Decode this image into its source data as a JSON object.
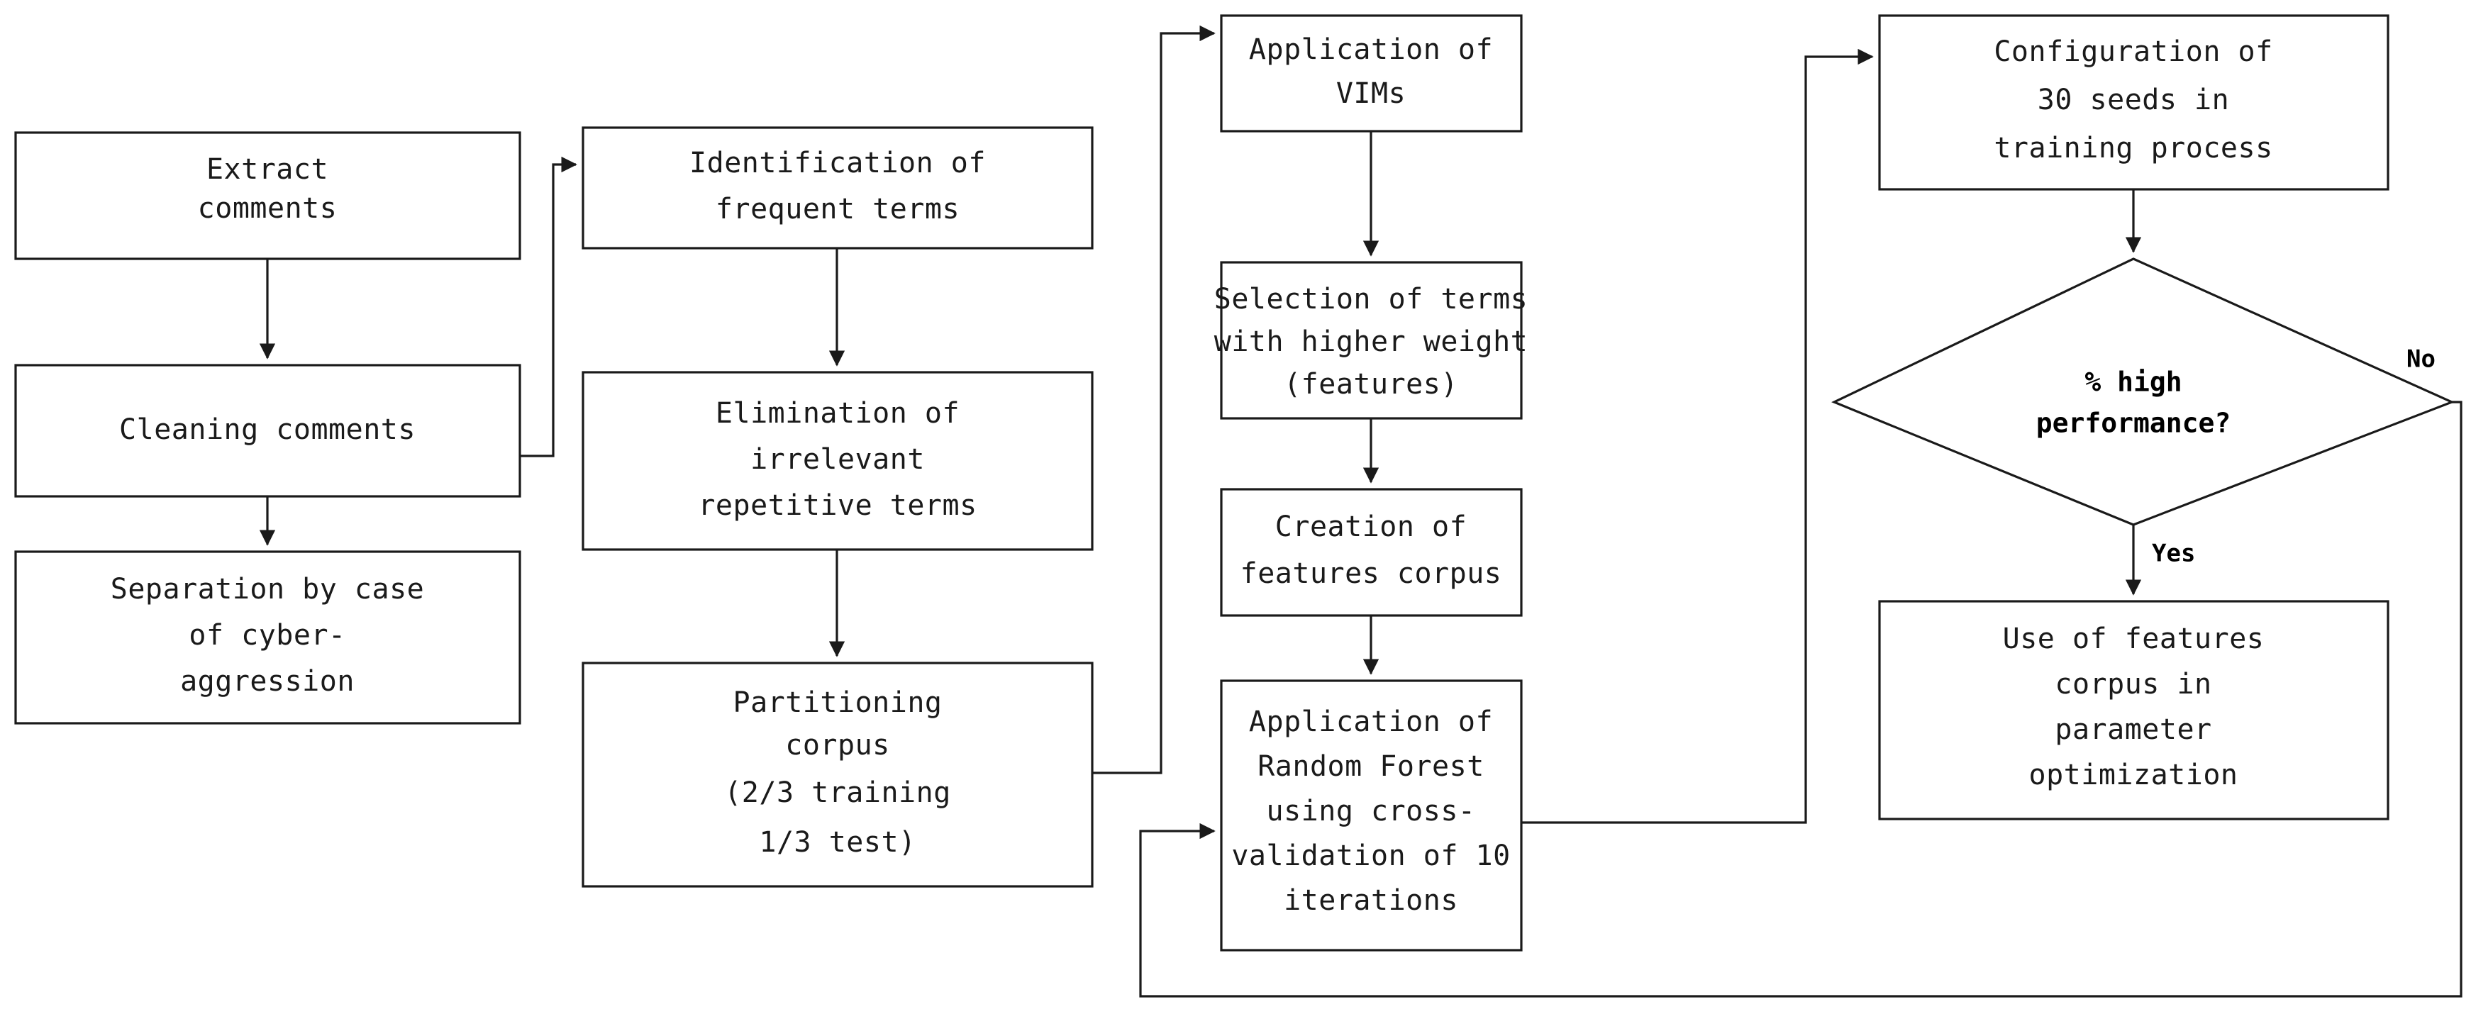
{
  "diagram": {
    "type": "flowchart",
    "title": "Cyber-aggression feature selection and Random Forest workflow",
    "orientation": "left-to-right, four columns",
    "colors": {
      "stroke": "#1a1a1a",
      "fill": "#ffffff",
      "text": "#1a1a1a"
    },
    "nodes": [
      {
        "id": "extract-comments",
        "shape": "process",
        "lines": [
          "Extract",
          "comments"
        ]
      },
      {
        "id": "cleaning-comments",
        "shape": "process",
        "lines": [
          "Cleaning comments"
        ]
      },
      {
        "id": "separation-by-case",
        "shape": "process",
        "lines": [
          "Separation by case",
          "of cyber-",
          "aggression"
        ]
      },
      {
        "id": "identification-terms",
        "shape": "process",
        "lines": [
          "Identification of",
          "frequent terms"
        ]
      },
      {
        "id": "elimination-terms",
        "shape": "process",
        "lines": [
          "Elimination of",
          "irrelevant",
          "repetitive terms"
        ]
      },
      {
        "id": "partitioning-corpus",
        "shape": "process",
        "lines": [
          "Partitioning",
          "corpus",
          "(2/3 training",
          "1/3 test)"
        ]
      },
      {
        "id": "application-vims",
        "shape": "process",
        "lines": [
          "Application of",
          "VIMs"
        ]
      },
      {
        "id": "selection-terms",
        "shape": "process",
        "lines": [
          "Selection of terms",
          "with higher weight",
          "(features)"
        ]
      },
      {
        "id": "creation-features",
        "shape": "process",
        "lines": [
          "Creation of",
          "features corpus"
        ]
      },
      {
        "id": "application-rf",
        "shape": "process",
        "lines": [
          "Application of",
          "Random Forest",
          "using cross-",
          "validation of 10",
          "iterations"
        ]
      },
      {
        "id": "configuration-seeds",
        "shape": "process",
        "lines": [
          "Configuration of",
          "30 seeds in",
          "training process"
        ]
      },
      {
        "id": "high-performance",
        "shape": "decision",
        "lines": [
          "% high",
          "performance?"
        ]
      },
      {
        "id": "use-features-corpus",
        "shape": "process",
        "lines": [
          "Use of features",
          "corpus in",
          "parameter",
          "optimization"
        ]
      }
    ],
    "edges": [
      {
        "from": "extract-comments",
        "to": "cleaning-comments",
        "label": ""
      },
      {
        "from": "cleaning-comments",
        "to": "separation-by-case",
        "label": ""
      },
      {
        "from": "separation-by-case",
        "to": "identification-terms",
        "label": ""
      },
      {
        "from": "identification-terms",
        "to": "elimination-terms",
        "label": ""
      },
      {
        "from": "elimination-terms",
        "to": "partitioning-corpus",
        "label": ""
      },
      {
        "from": "partitioning-corpus",
        "to": "application-vims",
        "label": ""
      },
      {
        "from": "application-vims",
        "to": "selection-terms",
        "label": ""
      },
      {
        "from": "selection-terms",
        "to": "creation-features",
        "label": ""
      },
      {
        "from": "creation-features",
        "to": "application-rf",
        "label": ""
      },
      {
        "from": "partitioning-corpus",
        "to": "application-rf",
        "label": ""
      },
      {
        "from": "application-rf",
        "to": "configuration-seeds",
        "label": ""
      },
      {
        "from": "configuration-seeds",
        "to": "high-performance",
        "label": ""
      },
      {
        "from": "high-performance",
        "to": "use-features-corpus",
        "label": "Yes"
      },
      {
        "from": "high-performance",
        "to": "application-rf",
        "label": "No"
      }
    ],
    "labels": {
      "yes": "Yes",
      "no": "No"
    }
  }
}
